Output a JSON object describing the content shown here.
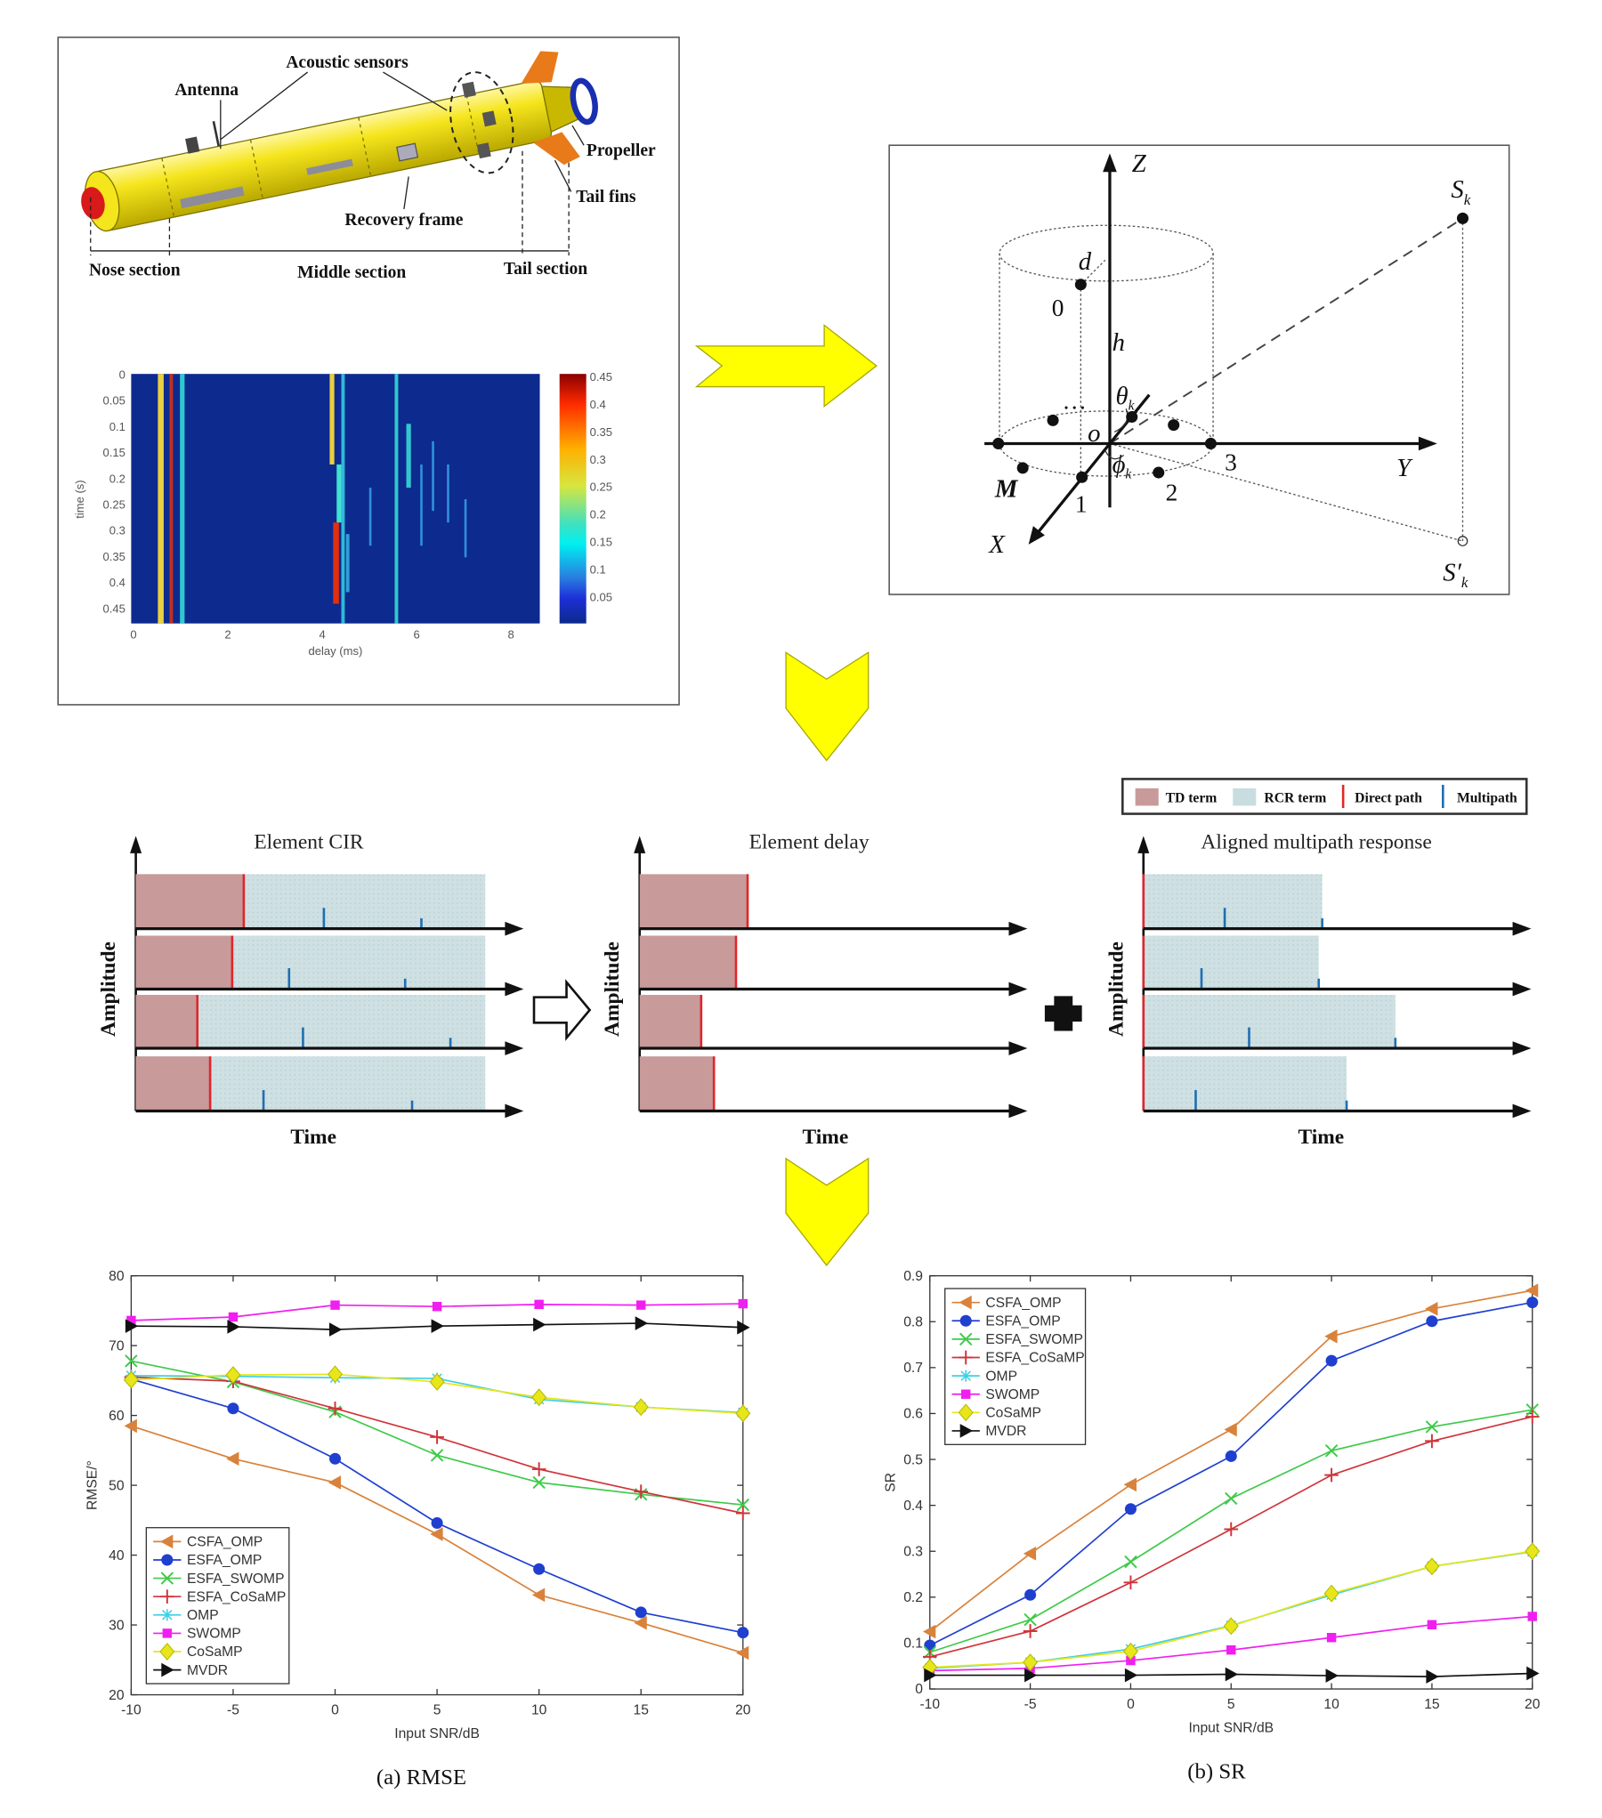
{
  "auv": {
    "acoustic_sensors": "Acoustic sensors",
    "antenna": "Antenna",
    "propeller": "Propeller",
    "tail_fins": "Tail fins",
    "recovery_frame": "Recovery frame",
    "nose_section": "Nose section",
    "middle_section": "Middle section",
    "tail_section": "Tail section"
  },
  "heatmap": {
    "xlabel": "delay (ms)",
    "ylabel": "time (s)",
    "xticks": [
      "0",
      "2",
      "4",
      "6",
      "8"
    ],
    "yticks": [
      "0",
      "0.05",
      "0.1",
      "0.15",
      "0.2",
      "0.25",
      "0.3",
      "0.35",
      "0.4",
      "0.45"
    ],
    "colorbar_ticks": [
      "0.45",
      "0.4",
      "0.35",
      "0.3",
      "0.25",
      "0.2",
      "0.15",
      "0.1",
      "0.05"
    ]
  },
  "geometry": {
    "z": "Z",
    "y": "Y",
    "x": "X",
    "sk": "S",
    "sk_sub": "k",
    "sk_prime": "S′",
    "sk_prime_sub": "k",
    "d": "d",
    "h": "h",
    "o": "o",
    "theta": "θ",
    "theta_sub": "k",
    "phi": "ϕ",
    "phi_sub": "k",
    "dots": "…",
    "idx0": "0",
    "idx1": "1",
    "idx2": "2",
    "idx3": "3",
    "idxM": "M"
  },
  "legend": {
    "td": "TD term",
    "rcr": "RCR term",
    "direct": "Direct path",
    "multi": "Multipath",
    "colors": {
      "td": "#c99a9a",
      "rcr": "#c9dde0",
      "direct": "#e0262a",
      "multi": "#1f6fb0"
    }
  },
  "panels": {
    "cir_title": "Element CIR",
    "delay_title": "Element delay",
    "aligned_title": "Aligned multipath response",
    "amplitude": "Amplitude",
    "time": "Time"
  },
  "chart_data": [
    {
      "type": "line",
      "title": "(a)  RMSE",
      "xlabel": "Input SNR/dB",
      "ylabel": "RMSE/°",
      "x": [
        -10,
        -5,
        0,
        5,
        10,
        15,
        20
      ],
      "xlim": [
        -10,
        20
      ],
      "ylim": [
        20,
        80
      ],
      "yticks": [
        20,
        30,
        40,
        50,
        60,
        70,
        80
      ],
      "legend": "bottom-left",
      "series": [
        {
          "name": "CSFA_OMP",
          "color": "#d9823b",
          "marker": "tri-left",
          "values": [
            58.5,
            53.8,
            50.4,
            43.0,
            34.3,
            30.3,
            26.0
          ]
        },
        {
          "name": "ESFA_OMP",
          "color": "#1f3fcf",
          "marker": "circle",
          "values": [
            65.2,
            61.0,
            53.8,
            44.6,
            38.0,
            31.8,
            28.9
          ]
        },
        {
          "name": "ESFA_SWOMP",
          "color": "#3fc94a",
          "marker": "x",
          "values": [
            67.8,
            64.8,
            60.5,
            54.3,
            50.4,
            48.7,
            47.2
          ]
        },
        {
          "name": "ESFA_CoSaMP",
          "color": "#d0343a",
          "marker": "plus",
          "values": [
            65.5,
            64.9,
            61.0,
            56.9,
            52.3,
            49.1,
            46.0
          ]
        },
        {
          "name": "OMP",
          "color": "#3fd0e6",
          "marker": "star",
          "values": [
            65.7,
            65.6,
            65.4,
            65.3,
            62.3,
            61.2,
            60.4
          ]
        },
        {
          "name": "SWOMP",
          "color": "#f01ff0",
          "marker": "square",
          "values": [
            73.6,
            74.1,
            75.8,
            75.6,
            75.9,
            75.8,
            76.0
          ]
        },
        {
          "name": "CoSaMP",
          "color": "#e6e61a",
          "marker": "diamond",
          "values": [
            65.1,
            65.8,
            65.9,
            64.8,
            62.6,
            61.2,
            60.3
          ]
        },
        {
          "name": "MVDR",
          "color": "#111111",
          "marker": "tri-right",
          "values": [
            72.8,
            72.7,
            72.3,
            72.8,
            73.0,
            73.2,
            72.6
          ]
        }
      ]
    },
    {
      "type": "line",
      "title": "(b)  SR",
      "xlabel": "Input SNR/dB",
      "ylabel": "SR",
      "x": [
        -10,
        -5,
        0,
        5,
        10,
        15,
        20
      ],
      "xlim": [
        -10,
        20
      ],
      "ylim": [
        0,
        0.9
      ],
      "yticks": [
        0,
        0.1,
        0.2,
        0.3,
        0.4,
        0.5,
        0.6,
        0.7,
        0.8,
        0.9
      ],
      "legend": "top-left",
      "series": [
        {
          "name": "CSFA_OMP",
          "color": "#d9823b",
          "marker": "tri-left",
          "values": [
            0.125,
            0.295,
            0.445,
            0.565,
            0.768,
            0.828,
            0.868
          ]
        },
        {
          "name": "ESFA_OMP",
          "color": "#1f3fcf",
          "marker": "circle",
          "values": [
            0.095,
            0.205,
            0.392,
            0.507,
            0.715,
            0.801,
            0.842
          ]
        },
        {
          "name": "ESFA_SWOMP",
          "color": "#3fc94a",
          "marker": "x",
          "values": [
            0.08,
            0.151,
            0.277,
            0.415,
            0.519,
            0.571,
            0.608
          ]
        },
        {
          "name": "ESFA_CoSaMP",
          "color": "#d0343a",
          "marker": "plus",
          "values": [
            0.07,
            0.126,
            0.232,
            0.348,
            0.466,
            0.54,
            0.593
          ]
        },
        {
          "name": "OMP",
          "color": "#3fd0e6",
          "marker": "star",
          "values": [
            0.045,
            0.058,
            0.087,
            0.138,
            0.205,
            0.267,
            0.299
          ]
        },
        {
          "name": "SWOMP",
          "color": "#f01ff0",
          "marker": "square",
          "values": [
            0.04,
            0.045,
            0.062,
            0.085,
            0.112,
            0.14,
            0.158
          ]
        },
        {
          "name": "CoSaMP",
          "color": "#e6e61a",
          "marker": "diamond",
          "values": [
            0.047,
            0.058,
            0.082,
            0.137,
            0.208,
            0.267,
            0.3
          ]
        },
        {
          "name": "MVDR",
          "color": "#111111",
          "marker": "tri-right",
          "values": [
            0.03,
            0.03,
            0.03,
            0.032,
            0.029,
            0.027,
            0.034
          ]
        }
      ]
    }
  ]
}
